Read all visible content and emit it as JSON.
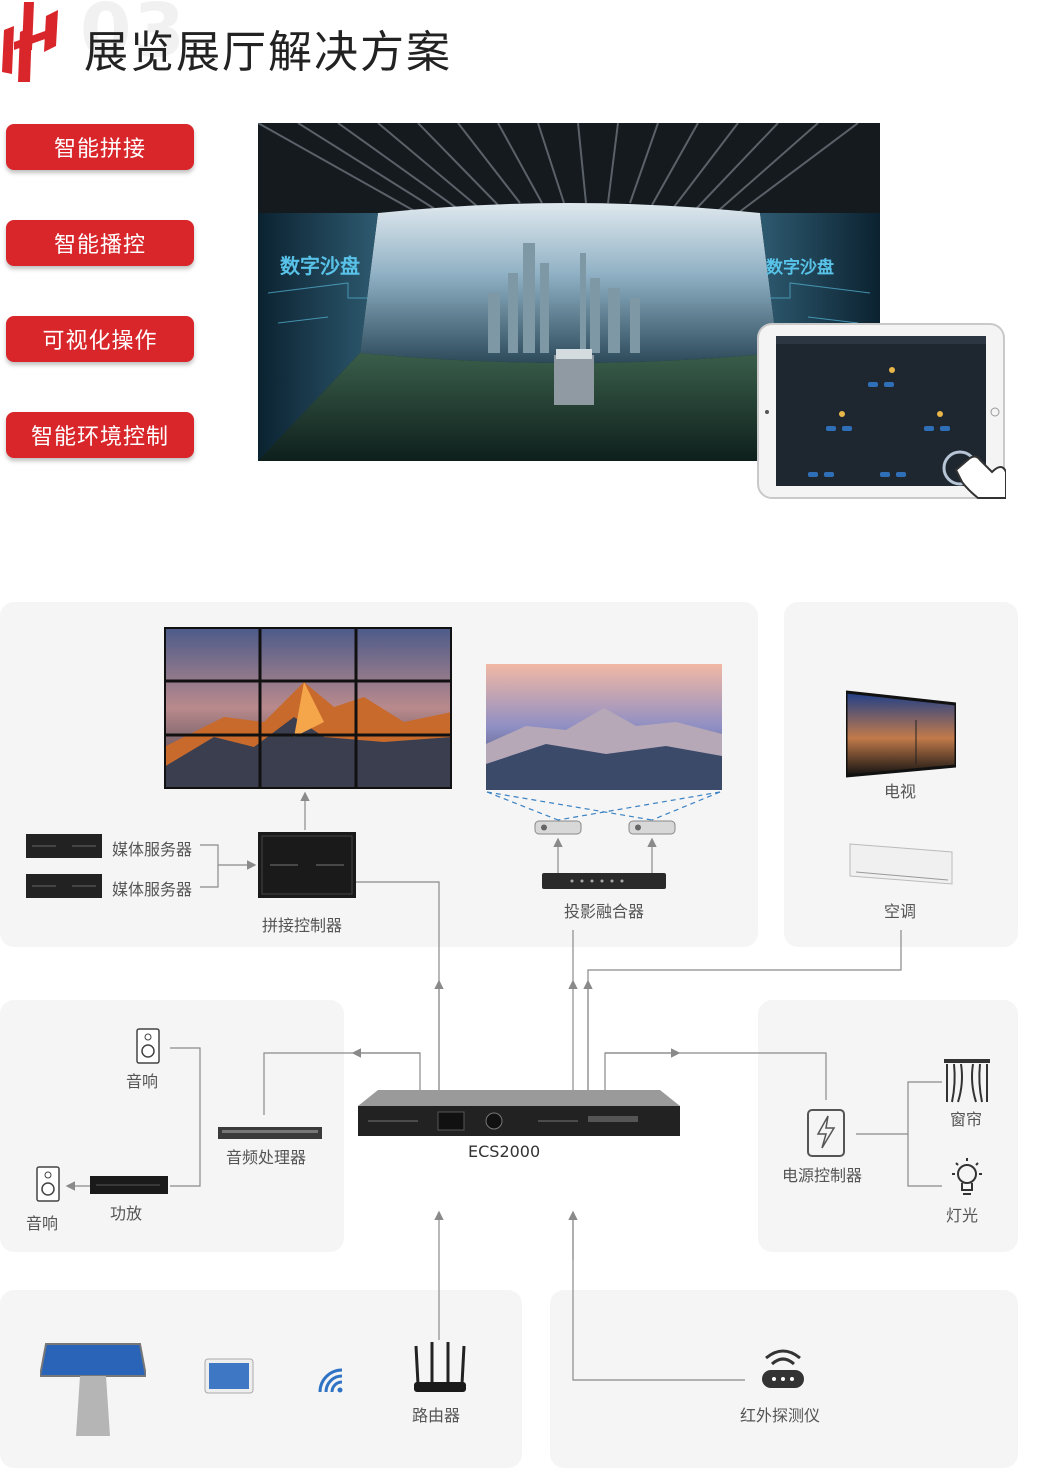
{
  "header": {
    "number": "03",
    "title": "展览展厅解决方案"
  },
  "features": [
    "智能拼接",
    "智能播控",
    "可视化操作",
    "智能环境控制"
  ],
  "hero": {
    "left_text": "数字沙盘",
    "right_text": "数字沙盘"
  },
  "diagram": {
    "media_server_1": "媒体服务器",
    "media_server_2": "媒体服务器",
    "splice_controller": "拼接控制器",
    "projection_fuser": "投影融合器",
    "tv": "电视",
    "ac": "空调",
    "speaker_top": "音响",
    "audio_processor": "音频处理器",
    "amplifier": "功放",
    "speaker_bottom": "音响",
    "central": "ECS2000",
    "power_controller": "电源控制器",
    "curtain": "窗帘",
    "light": "灯光",
    "router": "路由器",
    "ir_detector": "红外探测仪"
  },
  "colors": {
    "brand_red": "#d8262b",
    "panel_bg": "#f5f5f5",
    "line": "#8a8a8a"
  }
}
